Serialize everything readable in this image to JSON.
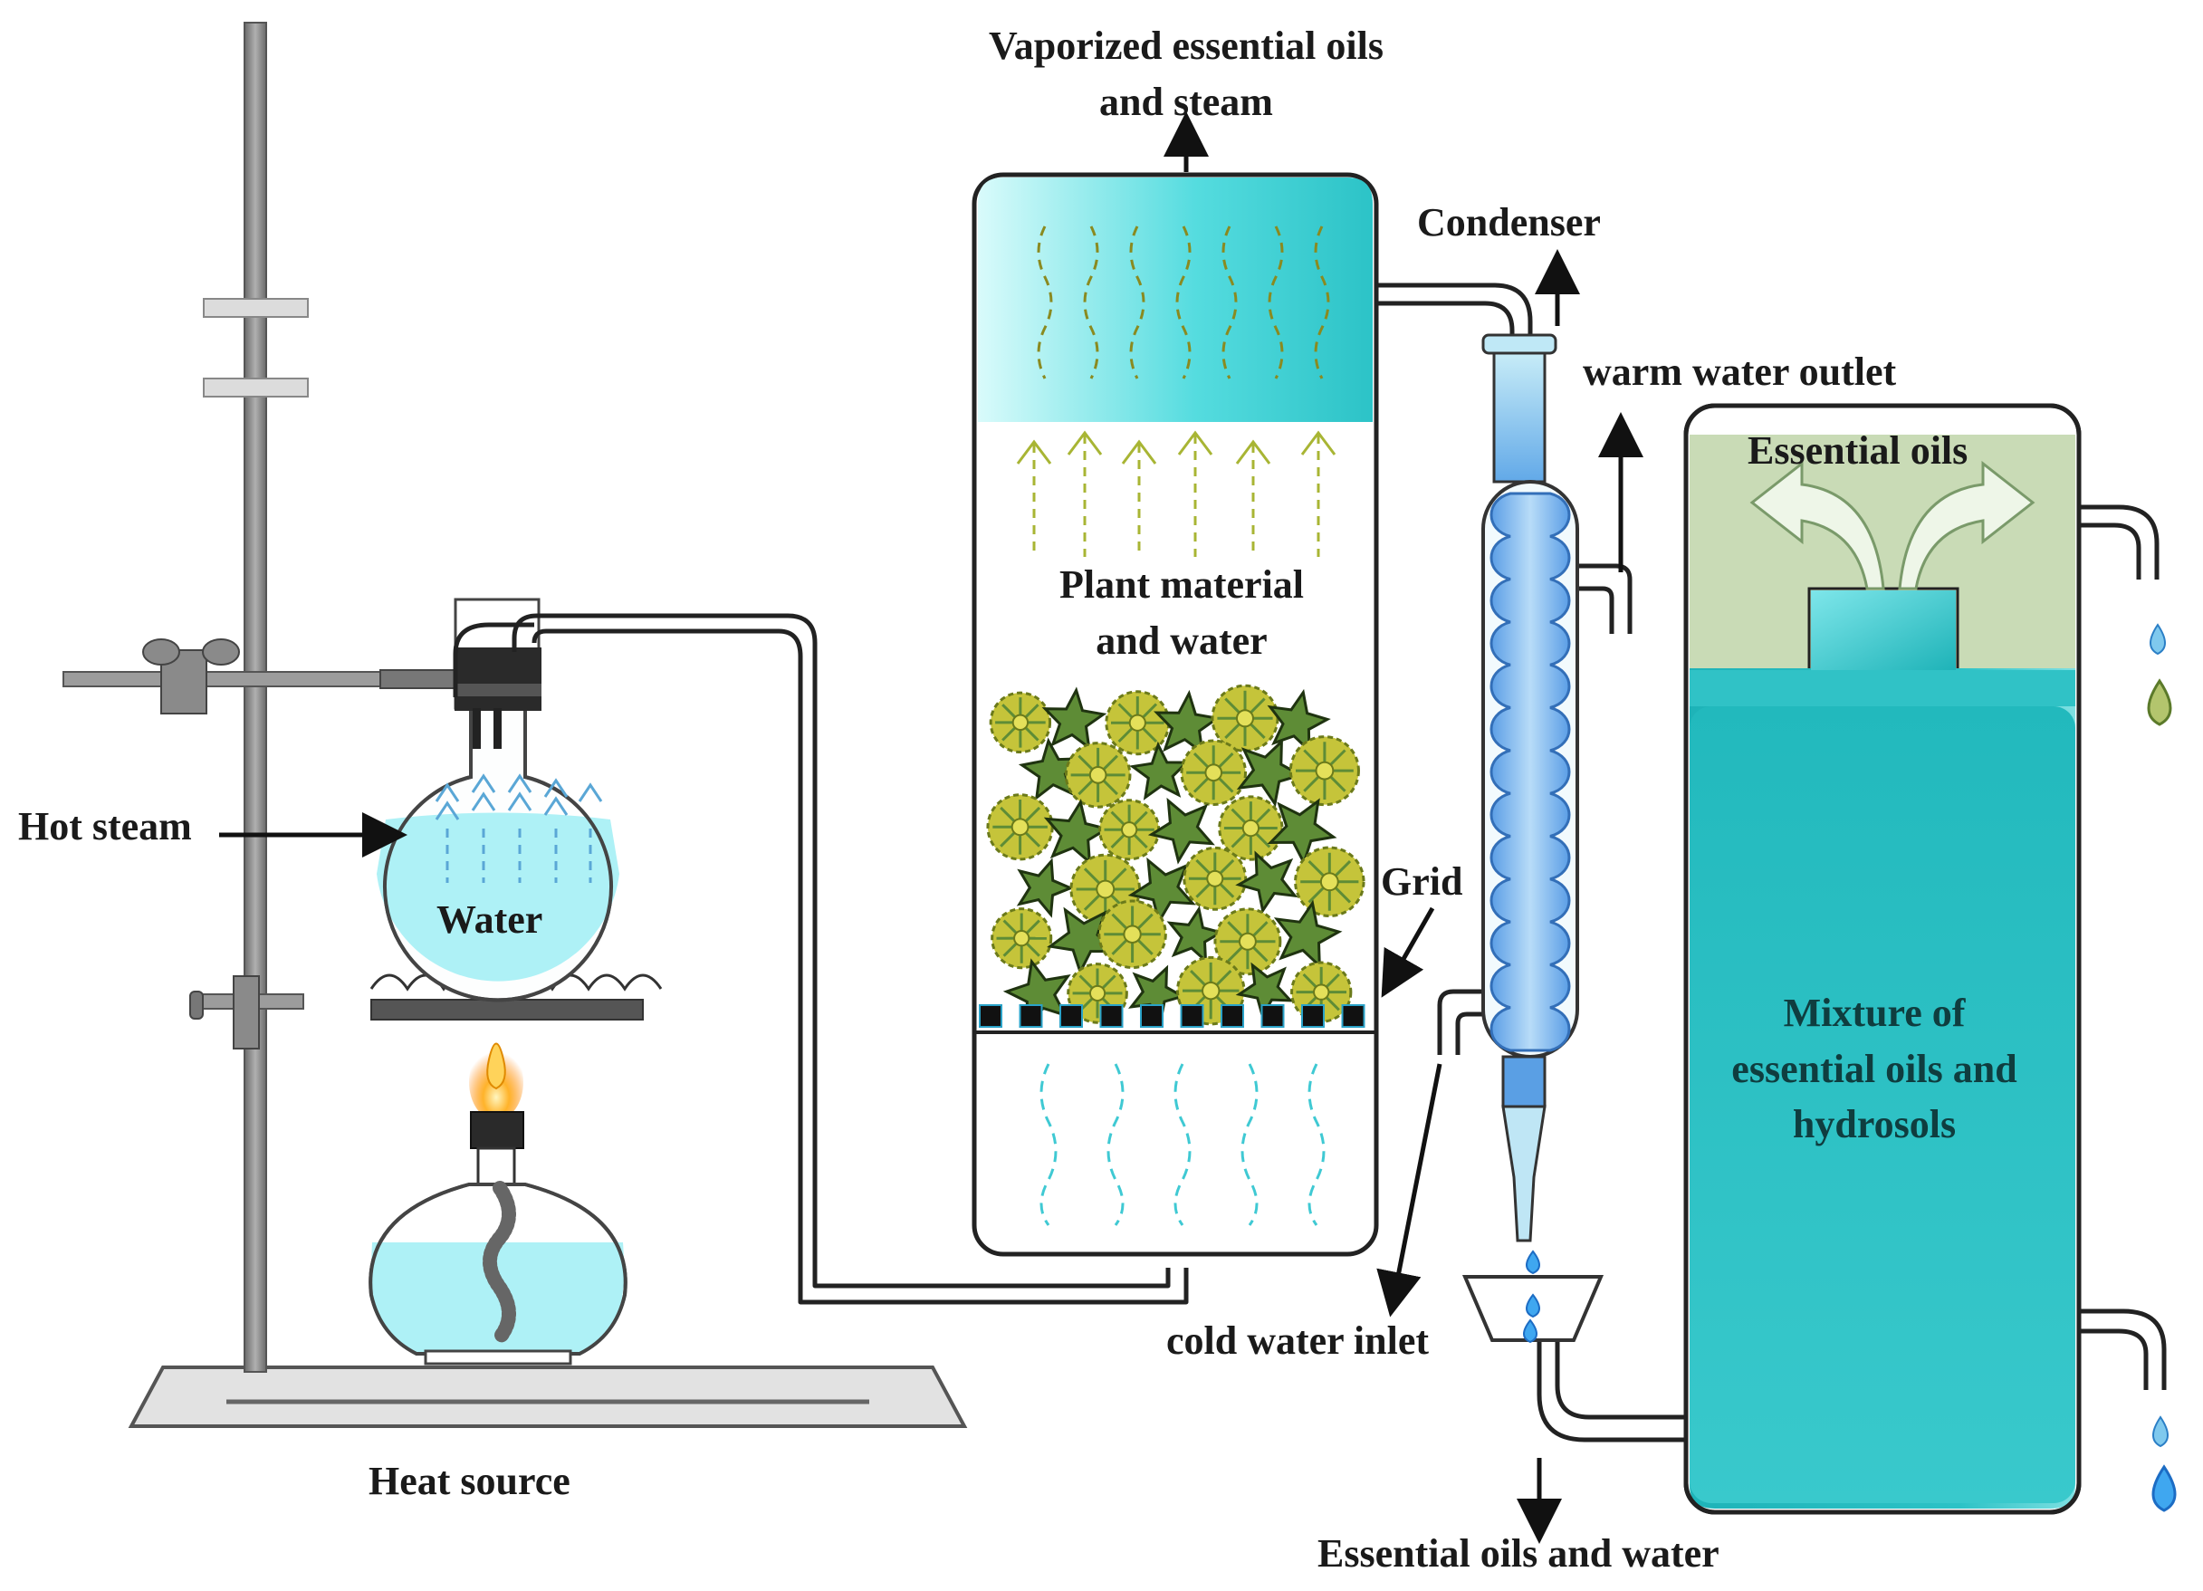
{
  "labels": {
    "vaporized": "Vaporized essential oils",
    "vaporized_2": "and steam",
    "condenser": "Condenser",
    "warm_outlet": "warm water outlet",
    "essential_oils": "Essential oils",
    "plant": "Plant material",
    "plant_2": "and water",
    "hot_steam": "Hot steam",
    "water": "Water",
    "grid": "Grid",
    "mixture": "Mixture of",
    "mixture_2": "essential oils and",
    "mixture_3": "hydrosols",
    "cold_inlet": "cold water inlet",
    "heat_source": "Heat source",
    "oils_water": "Essential oils and water"
  },
  "colors": {
    "water_light": "#b5f3f7",
    "water_cyan": "#3fd0d6",
    "tank_teal": "#1fb8bd",
    "oil_layer": "#c9dbb6",
    "leaf_green": "#5e8c36",
    "flower_yellow": "#c5c43a",
    "condenser_blue": "#7fbcf0",
    "stand_grey": "#8c8c8c"
  }
}
